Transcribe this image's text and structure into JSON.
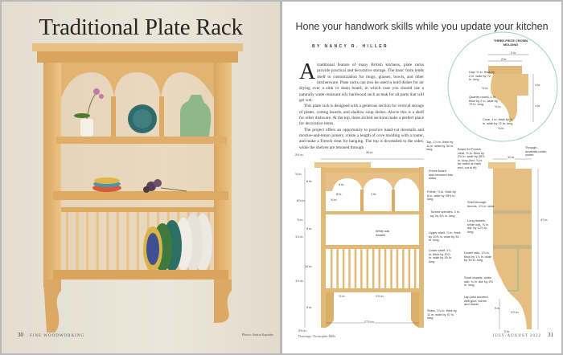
{
  "left_page": {
    "title": "Traditional Plate Rack",
    "page_number": "30",
    "publication": "FINE WOODWORKING",
    "photo_credit": "Photos: Anissa Kapsales"
  },
  "right_page": {
    "deck": "Hone your handwork skills while you update your kitchen",
    "byline": "BY NANCY R. HILLER",
    "drop_cap": "A",
    "paragraphs": [
      "traditional feature of many British kitchens, plate racks provide practical and decorative storage. The basic form lends itself to customization for mugs, glasses, bowls, and other kitchenware. Plate racks can also be used to hold dishes for air drying over a sink or drain board, in which case you should use a naturally water-resistant oily hardwood such as teak for all parts that will get wet.",
      "This plate rack is designed with a generous section for vertical storage of plates, cutting boards, and shallow soup dishes. Above this is a shelf for other dishware. At the top, three arched sections make a perfect place for decorative items.",
      "The project offers an opportunity to practice hand-cut dovetails and mortise-and-tenon joinery, create a length of cove molding with a router, and make a French cleat for hanging. The top is dovetailed to the sides, while the shelves are tenoned through"
    ],
    "drawing_credit": "Drawings: Christopher Mills",
    "issue": "JULY/AUGUST 2022",
    "page_number": "31"
  },
  "inset": {
    "title": "THREE-PIECE CROWN MOLDING",
    "labels": [
      "2 in.",
      "2 in.",
      "Cap, ⅝ in. thick by 2 in. wide by 72 in. long",
      "⅝ in.",
      "Quarter-round, 1 in. thick by 2 in. wide by 72 in. long",
      "⅝ in.",
      "1 in.",
      "1 in.",
      "Cove, 1 in. thick by ⅝ in. wide by 72 in. long",
      "⅝ in."
    ]
  },
  "front_view_labels": [
    "2⅝ in.",
    "30 in.",
    "Top, 1⅞ in. thick by 11 in. wide by 30 in. long",
    "⅝ in.",
    "6 in.",
    "4 in.",
    "8 in.",
    "1 in.",
    "6⅞ in.",
    "⅝ in.",
    "Frieze board stub tenoned into sides",
    "Frieze, ⅞ in. thick by 6 in. wide by 28¾ in. long",
    "Turned spindles, 1 in. sq. by 6⅞ in. long",
    "⅞ in.",
    "9 in.",
    "1⅞ in.",
    "White oak dowels",
    "Upper shelf, ⅞ in. thick by 10⅞ in. wide by 30 in. long",
    "Lower shelf, 1⅞ in. thick by 10⅞ in. wide by 30 in. long",
    "12 in.",
    "1⅞ in.",
    "⅞ in.",
    "1⅞ in.",
    "9 in.",
    "Sides, 1⅞ in. thick by 11 in. wide by 47 in. long",
    "27⅞ in.",
    "2⅝ in."
  ],
  "side_view_labels": [
    "Board for French cleat, ⅝ in. thick by 2⅝ in. wide by 28⅞ in. long (incl. ⅞ in. for notch at each end, cut to fit)",
    "Through-dovetails under crown",
    "11 in.",
    "Shelf through-tenons, 1⅞ in. wide",
    "Long dowels, white oak, ⅝ in. dia. by 12⅞ in. long",
    "47 in.",
    "Dowel rails, 1⅞ in. thick by 1⅞ in. wide by 30 in. long",
    "Short dowels, white oak, ⅝ in. dia. by 4⅝ in. long",
    "Lap joint secured with glue, screw, and dowel",
    "9 in.",
    "1⅞ in.",
    "2 in."
  ],
  "colors": {
    "wood": "#e3b978",
    "wood_dark": "#c9944f",
    "inset_circle": "#9fd1bd",
    "page_bg": "#e8e1d5"
  }
}
